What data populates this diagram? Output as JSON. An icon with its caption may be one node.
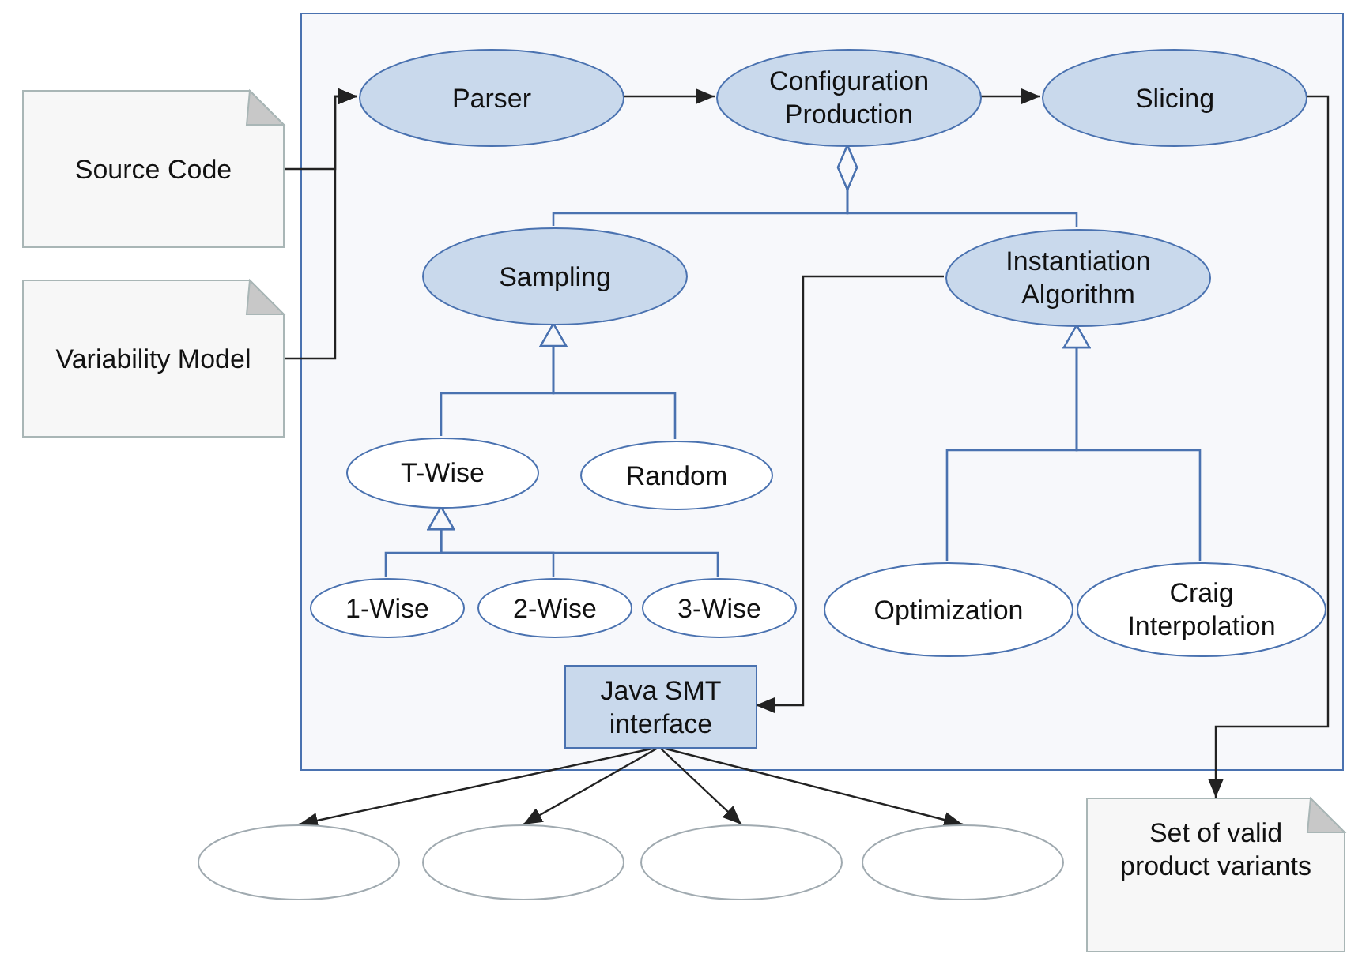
{
  "diagram": {
    "nodes": [
      {
        "text": [],
        "shape": "box"
      },
      {
        "text": [
          "Source Code"
        ]
      },
      {
        "text": [
          "Variability Model"
        ]
      },
      {
        "text": [
          "Parser"
        ],
        "in": 0
      },
      {
        "text": [
          "Configuration Production"
        ],
        "in": 0
      },
      {
        "text": [
          "Slicing"
        ],
        "in": 0
      },
      {
        "text": [
          "Sampling"
        ],
        "in": 0
      },
      {
        "text": [
          "Instantiation Algorithm"
        ],
        "in": 0
      },
      {
        "text": [
          "T-Wise"
        ],
        "in": 0
      },
      {
        "text": [
          "Random"
        ],
        "in": 0
      },
      {
        "text": [
          "1-Wise"
        ],
        "in": 0
      },
      {
        "text": [
          "2-Wise"
        ],
        "in": 0
      },
      {
        "text": [
          "3-Wise"
        ],
        "in": 0
      },
      {
        "text": [
          "Optimization"
        ],
        "in": 0
      },
      {
        "text": [
          "Craig Interpolation"
        ],
        "in": 0
      },
      {
        "text": [
          "Java SMT interface"
        ],
        "in": 0
      },
      {
        "text": [],
        "shape": "ellipse"
      },
      {
        "text": [],
        "shape": "ellipse"
      },
      {
        "text": [],
        "shape": "ellipse"
      },
      {
        "text": [],
        "shape": "ellipse"
      },
      {
        "text": [
          "Set of valid product variants"
        ]
      }
    ],
    "edges": [
      {
        "from": 1,
        "to": 3,
        "arrow": "to"
      },
      {
        "from": 2,
        "to": 3,
        "arrow": "to"
      },
      {
        "from": 3,
        "to": 4,
        "arrow": "to"
      },
      {
        "from": 4,
        "to": 5,
        "arrow": "to"
      },
      {
        "from": 5,
        "to": 20,
        "arrow": "to"
      },
      {
        "from": 7,
        "to": 15,
        "arrow": "to"
      },
      {
        "from": 6,
        "to": 4,
        "arrow": "other",
        "color": "#4a72b0"
      },
      {
        "from": 7,
        "to": 4,
        "arrow": "other",
        "color": "#4a72b0"
      },
      {
        "from": 8,
        "to": 6,
        "arrow": "to",
        "color": "#4a72b0"
      },
      {
        "from": 9,
        "to": 6,
        "arrow": "to",
        "color": "#4a72b0"
      },
      {
        "from": 10,
        "to": 8,
        "arrow": "to",
        "color": "#4a72b0"
      },
      {
        "from": 11,
        "to": 8,
        "arrow": "to",
        "color": "#4a72b0"
      },
      {
        "from": 12,
        "to": 8,
        "arrow": "to",
        "color": "#4a72b0"
      },
      {
        "from": 13,
        "to": 7,
        "arrow": "to",
        "color": "#4a72b0"
      },
      {
        "from": 14,
        "to": 7,
        "arrow": "to",
        "color": "#4a72b0"
      },
      {
        "from": 15,
        "to": 16,
        "arrow": "to"
      },
      {
        "from": 15,
        "to": 17,
        "arrow": "to"
      },
      {
        "from": 15,
        "to": 18,
        "arrow": "to"
      },
      {
        "from": 15,
        "to": 19,
        "arrow": "to"
      }
    ]
  }
}
